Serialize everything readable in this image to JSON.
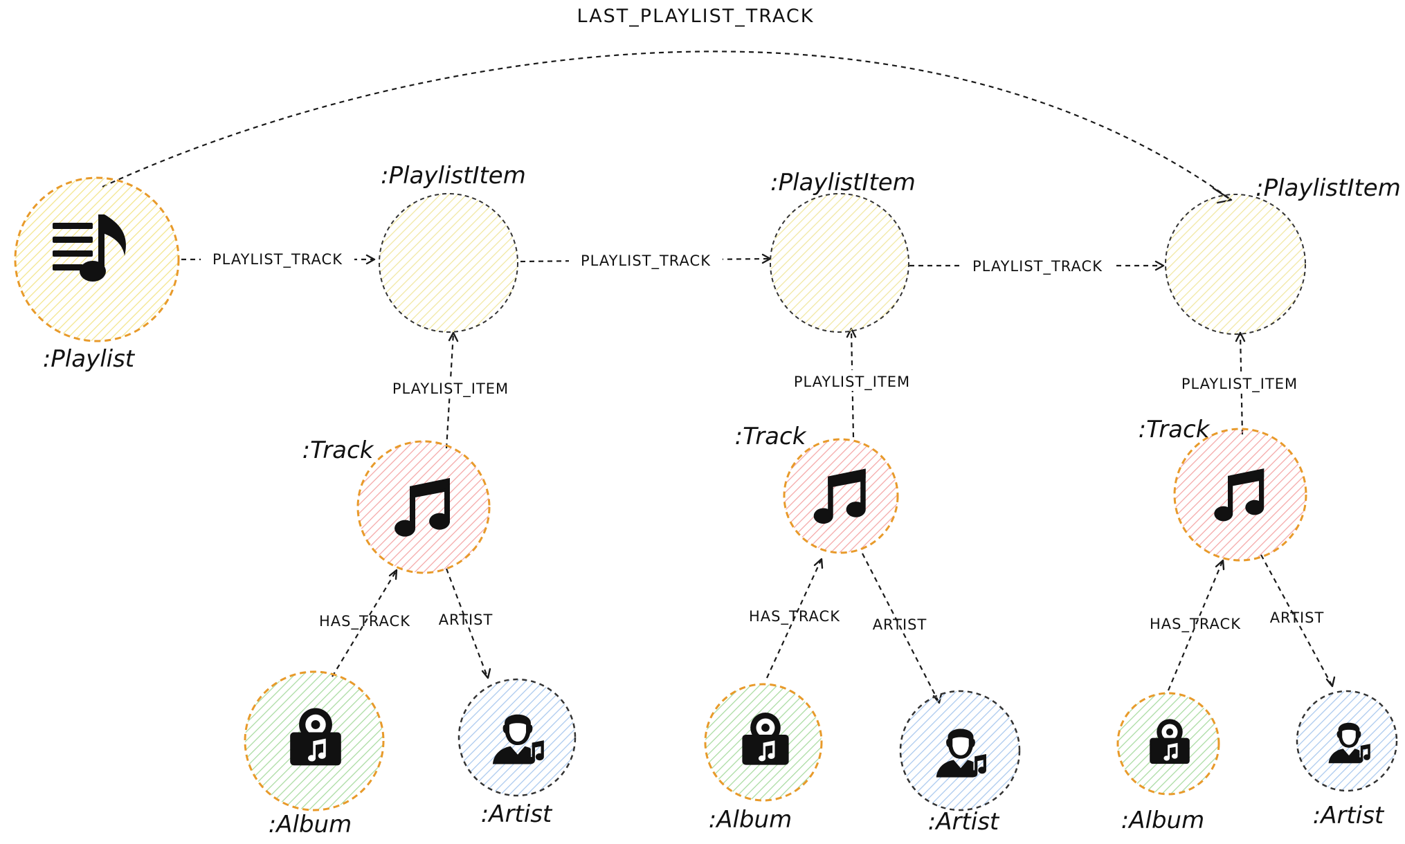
{
  "colors": {
    "playlist_fill": "#f3e58a",
    "playlist_stroke": "#e89a2a",
    "item_fill": "#f1e7a0",
    "item_stroke": "#333333",
    "track_fill": "#f4a6a6",
    "track_stroke": "#e89a2a",
    "album_fill": "#a8dba0",
    "album_stroke": "#e89a2a",
    "artist_fill": "#a9c8ee",
    "artist_stroke": "#333333"
  },
  "icons": {
    "playlist": "playlist-music-icon",
    "track": "music-notes-icon",
    "album": "album-disc-icon",
    "artist": "artist-person-icon"
  },
  "labels": {
    "last_playlist_track": "LAST_PLAYLIST_TRACK",
    "playlist": ":Playlist",
    "playlist_item": ":PlaylistItem",
    "track": ":Track",
    "album": ":Album",
    "artist": ":Artist",
    "playlist_track": "PLAYLIST_TRACK",
    "playlist_item_rel": "PLAYLIST_ITEM",
    "has_track": "HAS_TRACK",
    "artist_rel": "ARTIST"
  },
  "graph": {
    "nodes": [
      {
        "id": "playlist",
        "type": "Playlist"
      },
      {
        "id": "item1",
        "type": "PlaylistItem"
      },
      {
        "id": "item2",
        "type": "PlaylistItem"
      },
      {
        "id": "item3",
        "type": "PlaylistItem"
      },
      {
        "id": "track1",
        "type": "Track"
      },
      {
        "id": "track2",
        "type": "Track"
      },
      {
        "id": "track3",
        "type": "Track"
      },
      {
        "id": "album1",
        "type": "Album"
      },
      {
        "id": "album2",
        "type": "Album"
      },
      {
        "id": "album3",
        "type": "Album"
      },
      {
        "id": "artist1",
        "type": "Artist"
      },
      {
        "id": "artist2",
        "type": "Artist"
      },
      {
        "id": "artist3",
        "type": "Artist"
      }
    ],
    "edges": [
      {
        "from": "playlist",
        "to": "item3",
        "label": "LAST_PLAYLIST_TRACK"
      },
      {
        "from": "playlist",
        "to": "item1",
        "label": "PLAYLIST_TRACK"
      },
      {
        "from": "item1",
        "to": "item2",
        "label": "PLAYLIST_TRACK"
      },
      {
        "from": "item2",
        "to": "item3",
        "label": "PLAYLIST_TRACK"
      },
      {
        "from": "track1",
        "to": "item1",
        "label": "PLAYLIST_ITEM"
      },
      {
        "from": "track2",
        "to": "item2",
        "label": "PLAYLIST_ITEM"
      },
      {
        "from": "track3",
        "to": "item3",
        "label": "PLAYLIST_ITEM"
      },
      {
        "from": "album1",
        "to": "track1",
        "label": "HAS_TRACK"
      },
      {
        "from": "album2",
        "to": "track2",
        "label": "HAS_TRACK"
      },
      {
        "from": "album3",
        "to": "track3",
        "label": "HAS_TRACK"
      },
      {
        "from": "track1",
        "to": "artist1",
        "label": "ARTIST"
      },
      {
        "from": "track2",
        "to": "artist2",
        "label": "ARTIST"
      },
      {
        "from": "track3",
        "to": "artist3",
        "label": "ARTIST"
      }
    ]
  }
}
